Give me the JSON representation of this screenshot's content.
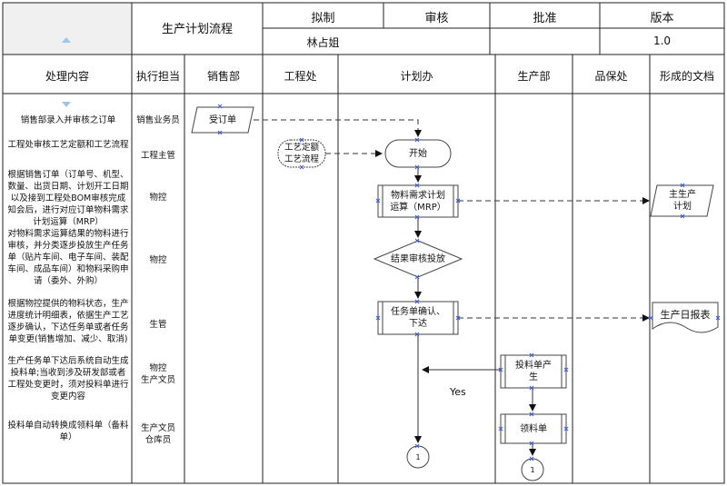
{
  "header": {
    "title": "生产计划流程",
    "drafted_label": "拟制",
    "review_label": "审核",
    "approve_label": "批准",
    "version_label": "版本",
    "drafter": "林占姐",
    "version": "1.0"
  },
  "columns": {
    "content": "处理内容",
    "owner": "执行担当",
    "sales": "销售部",
    "engineering": "工程处",
    "planning": "计划办",
    "production": "生产部",
    "quality": "品保处",
    "docs": "形成的文档"
  },
  "rows": [
    {
      "desc": "销售部录入并审核之订单",
      "owner": "销售业务员"
    },
    {
      "desc": "工程处审核工艺定额和工艺流程",
      "owner": "工程主管"
    },
    {
      "desc": "根据销售订单（订单号、机型、数量、出货日期、计划开工日期以及接到工程处BOM审核完成知会后，进行对应订单物料需求计划运算（MRP）",
      "owner": "物控"
    },
    {
      "desc": "对物料需求运算结果的物料进行审核，并分类逐步投放生产任务单（贴片车间、电子车间、装配车间、成品车间）和物料采购申请（委外、外购）",
      "owner": "物控"
    },
    {
      "desc": "根据物控提供的物料状态，生产进度统计明细表，依据生产工艺逐步确认，下达任务单或者任务单变更(销售增加、减少、取消)",
      "owner": "生管"
    },
    {
      "desc": "生产任务单下达后系统自动生成投料单;当收到涉及研发部或者工程处变更时，须对投料单进行变更内容",
      "owner": "物控\n生产文员"
    },
    {
      "desc": "投料单自动转换成领料单（备料单）",
      "owner": "生产文员\n仓库员"
    }
  ],
  "shapes": {
    "order": "受订单",
    "process_quota": "工艺定额\n工艺流程",
    "start": "开始",
    "mrp": "物料需求计划\n运算（MRP）",
    "decision": "结果审核投放",
    "task": "任务单确认、\n下达",
    "feed": "投料单产\n生",
    "pick": "领料单",
    "connector1": "1",
    "connector2": "1",
    "doc_plan": "主生产\n计划",
    "doc_daily": "生产日报表",
    "yes_label": "Yes"
  }
}
